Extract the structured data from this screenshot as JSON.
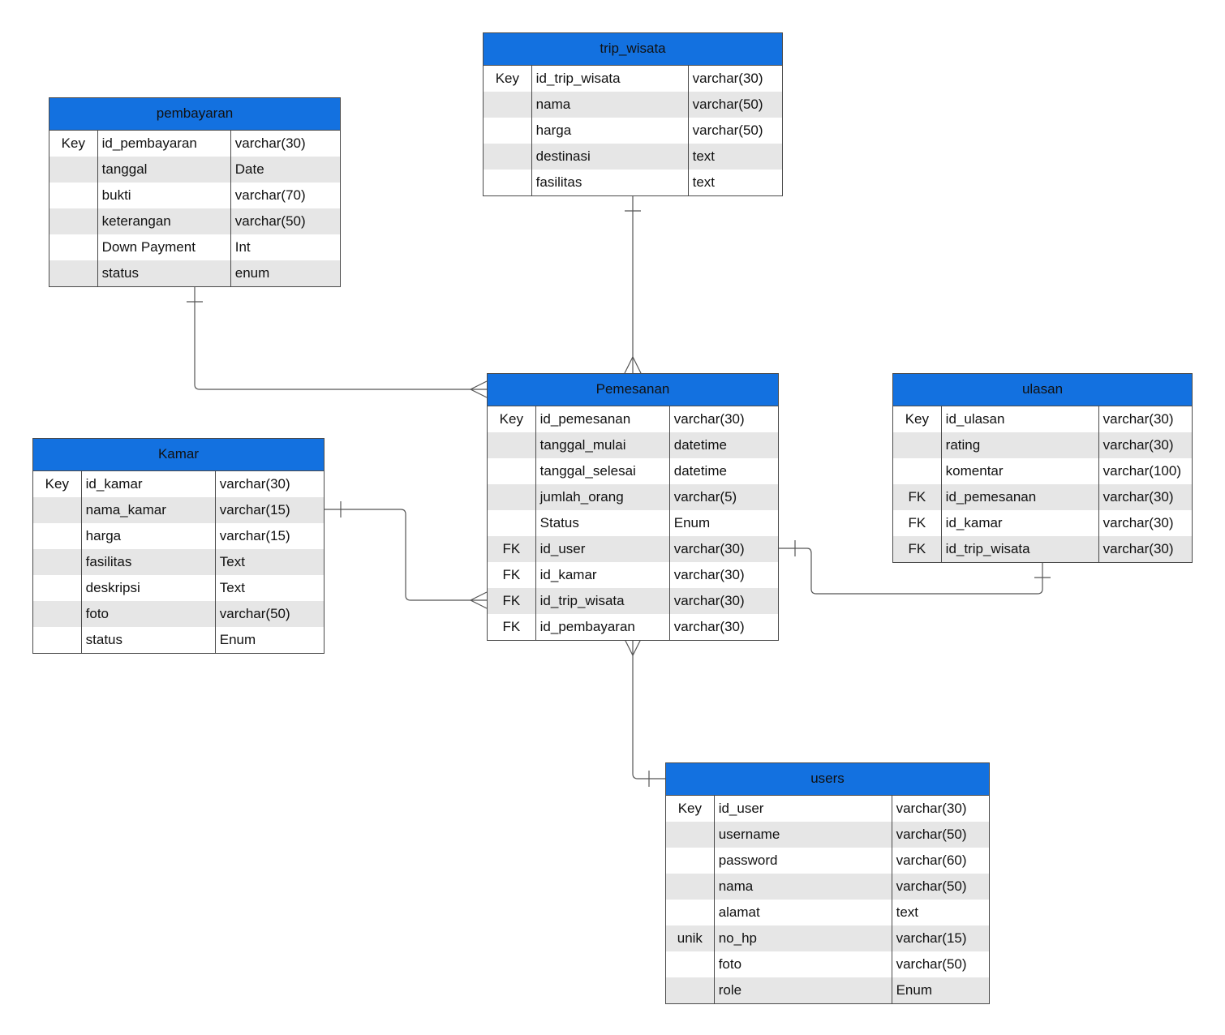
{
  "colors": {
    "header_bg": "#1371e0",
    "line": "#555555",
    "row_alt": "#e6e6e6"
  },
  "entities": [
    {
      "id": "trip_wisata",
      "title": "trip_wisata",
      "rows": [
        {
          "key": "Key",
          "field": "id_trip_wisata",
          "type": "varchar(30)"
        },
        {
          "key": "",
          "field": "nama",
          "type": "varchar(50)"
        },
        {
          "key": "",
          "field": "harga",
          "type": "varchar(50)"
        },
        {
          "key": "",
          "field": "destinasi",
          "type": "text"
        },
        {
          "key": "",
          "field": "fasilitas",
          "type": "text"
        }
      ]
    },
    {
      "id": "pembayaran",
      "title": "pembayaran",
      "rows": [
        {
          "key": "Key",
          "field": "id_pembayaran",
          "type": "varchar(30)"
        },
        {
          "key": "",
          "field": "tanggal",
          "type": "Date"
        },
        {
          "key": "",
          "field": "bukti",
          "type": "varchar(70)"
        },
        {
          "key": "",
          "field": "keterangan",
          "type": "varchar(50)"
        },
        {
          "key": "",
          "field": "Down Payment",
          "type": "Int"
        },
        {
          "key": "",
          "field": "status",
          "type": "enum"
        }
      ]
    },
    {
      "id": "pemesanan",
      "title": "Pemesanan",
      "rows": [
        {
          "key": "Key",
          "field": "id_pemesanan",
          "type": "varchar(30)"
        },
        {
          "key": "",
          "field": "tanggal_mulai",
          "type": "datetime"
        },
        {
          "key": "",
          "field": "tanggal_selesai",
          "type": "datetime"
        },
        {
          "key": "",
          "field": "jumlah_orang",
          "type": "varchar(5)"
        },
        {
          "key": "",
          "field": "Status",
          "type": "Enum"
        },
        {
          "key": "FK",
          "field": "id_user",
          "type": "varchar(30)"
        },
        {
          "key": "FK",
          "field": "id_kamar",
          "type": "varchar(30)"
        },
        {
          "key": "FK",
          "field": "id_trip_wisata",
          "type": "varchar(30)"
        },
        {
          "key": "FK",
          "field": "id_pembayaran",
          "type": "varchar(30)"
        }
      ]
    },
    {
      "id": "ulasan",
      "title": "ulasan",
      "rows": [
        {
          "key": "Key",
          "field": "id_ulasan",
          "type": "varchar(30)"
        },
        {
          "key": "",
          "field": "rating",
          "type": "varchar(30)"
        },
        {
          "key": "",
          "field": "komentar",
          "type": "varchar(100)"
        },
        {
          "key": "FK",
          "field": "id_pemesanan",
          "type": "varchar(30)"
        },
        {
          "key": "FK",
          "field": "id_kamar",
          "type": "varchar(30)"
        },
        {
          "key": "FK",
          "field": "id_trip_wisata",
          "type": "varchar(30)"
        }
      ]
    },
    {
      "id": "kamar",
      "title": "Kamar",
      "rows": [
        {
          "key": "Key",
          "field": "id_kamar",
          "type": "varchar(30)"
        },
        {
          "key": "",
          "field": "nama_kamar",
          "type": "varchar(15)"
        },
        {
          "key": "",
          "field": "harga",
          "type": "varchar(15)"
        },
        {
          "key": "",
          "field": "fasilitas",
          "type": "Text"
        },
        {
          "key": "",
          "field": "deskripsi",
          "type": "Text"
        },
        {
          "key": "",
          "field": "foto",
          "type": "varchar(50)"
        },
        {
          "key": "",
          "field": "status",
          "type": "Enum"
        }
      ]
    },
    {
      "id": "users",
      "title": "users",
      "rows": [
        {
          "key": "Key",
          "field": "id_user",
          "type": "varchar(30)"
        },
        {
          "key": "",
          "field": "username",
          "type": "varchar(50)"
        },
        {
          "key": "",
          "field": "password",
          "type": "varchar(60)"
        },
        {
          "key": "",
          "field": "nama",
          "type": "varchar(50)"
        },
        {
          "key": "",
          "field": "alamat",
          "type": "text"
        },
        {
          "key": "unik",
          "field": "no_hp",
          "type": "varchar(15)"
        },
        {
          "key": "",
          "field": "foto",
          "type": "varchar(50)"
        },
        {
          "key": "",
          "field": "role",
          "type": "Enum"
        }
      ]
    }
  ],
  "relationships": [
    {
      "from": "trip_wisata",
      "from_end": "one",
      "to": "pemesanan",
      "to_end": "many"
    },
    {
      "from": "pembayaran",
      "from_end": "one",
      "to": "pemesanan",
      "to_end": "many"
    },
    {
      "from": "kamar",
      "from_end": "one",
      "to": "pemesanan",
      "to_end": "many"
    },
    {
      "from": "pemesanan",
      "from_end": "one",
      "to": "ulasan",
      "to_end": "one"
    },
    {
      "from": "pemesanan",
      "from_end": "many",
      "to": "users",
      "to_end": "one"
    }
  ]
}
